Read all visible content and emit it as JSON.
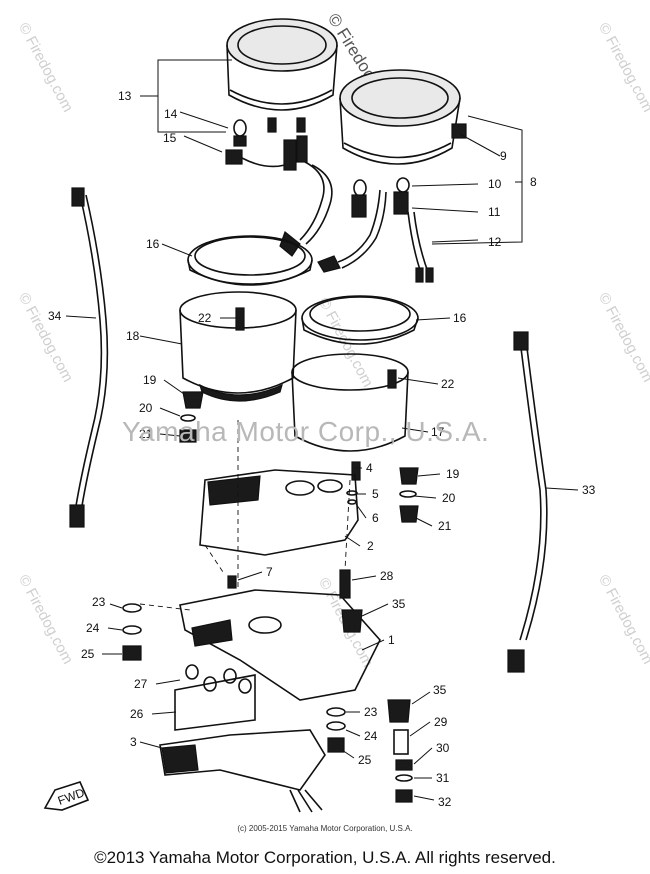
{
  "watermark": {
    "top_right": "© Firedog.com",
    "center": "Yamaha Motor Corp., U.S.A.",
    "side": "© Firedog.com"
  },
  "callouts": [
    {
      "id": "c1",
      "label": "1"
    },
    {
      "id": "c2",
      "label": "2"
    },
    {
      "id": "c3",
      "label": "3"
    },
    {
      "id": "c4",
      "label": "4"
    },
    {
      "id": "c5",
      "label": "5"
    },
    {
      "id": "c6",
      "label": "6"
    },
    {
      "id": "c7",
      "label": "7"
    },
    {
      "id": "c8",
      "label": "8"
    },
    {
      "id": "c9",
      "label": "9"
    },
    {
      "id": "c10",
      "label": "10"
    },
    {
      "id": "c11",
      "label": "11"
    },
    {
      "id": "c12",
      "label": "12"
    },
    {
      "id": "c13",
      "label": "13"
    },
    {
      "id": "c14",
      "label": "14"
    },
    {
      "id": "c15",
      "label": "15"
    },
    {
      "id": "c16a",
      "label": "16"
    },
    {
      "id": "c16b",
      "label": "16"
    },
    {
      "id": "c17",
      "label": "17"
    },
    {
      "id": "c18",
      "label": "18"
    },
    {
      "id": "c19a",
      "label": "19"
    },
    {
      "id": "c19b",
      "label": "19"
    },
    {
      "id": "c20a",
      "label": "20"
    },
    {
      "id": "c20b",
      "label": "20"
    },
    {
      "id": "c21a",
      "label": "21"
    },
    {
      "id": "c21b",
      "label": "21"
    },
    {
      "id": "c22a",
      "label": "22"
    },
    {
      "id": "c22b",
      "label": "22"
    },
    {
      "id": "c23a",
      "label": "23"
    },
    {
      "id": "c23b",
      "label": "23"
    },
    {
      "id": "c24a",
      "label": "24"
    },
    {
      "id": "c24b",
      "label": "24"
    },
    {
      "id": "c25a",
      "label": "25"
    },
    {
      "id": "c25b",
      "label": "25"
    },
    {
      "id": "c26",
      "label": "26"
    },
    {
      "id": "c27",
      "label": "27"
    },
    {
      "id": "c28",
      "label": "28"
    },
    {
      "id": "c29",
      "label": "29"
    },
    {
      "id": "c30",
      "label": "30"
    },
    {
      "id": "c31",
      "label": "31"
    },
    {
      "id": "c32",
      "label": "32"
    },
    {
      "id": "c33",
      "label": "33"
    },
    {
      "id": "c34",
      "label": "34"
    },
    {
      "id": "c35a",
      "label": "35"
    },
    {
      "id": "c35b",
      "label": "35"
    }
  ],
  "fwd_label": "FWD",
  "small_copyright": "(c) 2005-2015 Yamaha Motor Corporation, U.S.A.",
  "footer_copyright": "©2013 Yamaha Motor Corporation, U.S.A. All rights reserved."
}
